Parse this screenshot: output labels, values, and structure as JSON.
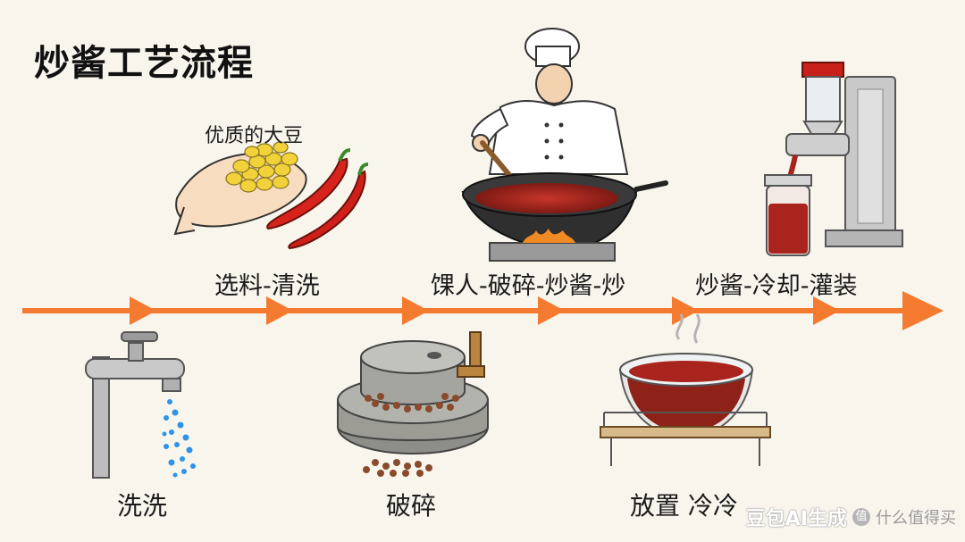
{
  "title": "炒酱工艺流程",
  "note_label": "优质的大豆",
  "top_steps": [
    {
      "label": "选料-清洗"
    },
    {
      "label": "馃人-破碎-炒酱-炒"
    },
    {
      "label": "炒酱-冷却-灌装"
    }
  ],
  "bottom_steps": [
    {
      "label": "洗洗"
    },
    {
      "label": "破碎"
    },
    {
      "label": "放置 冷冷"
    }
  ],
  "colors": {
    "arrow": "#f47a30",
    "background": "#f8f5ec",
    "sauce": "#a8241c"
  },
  "watermark": {
    "brand": "豆包AI生成",
    "site": "什么值得买",
    "logo_glyph": "值"
  }
}
